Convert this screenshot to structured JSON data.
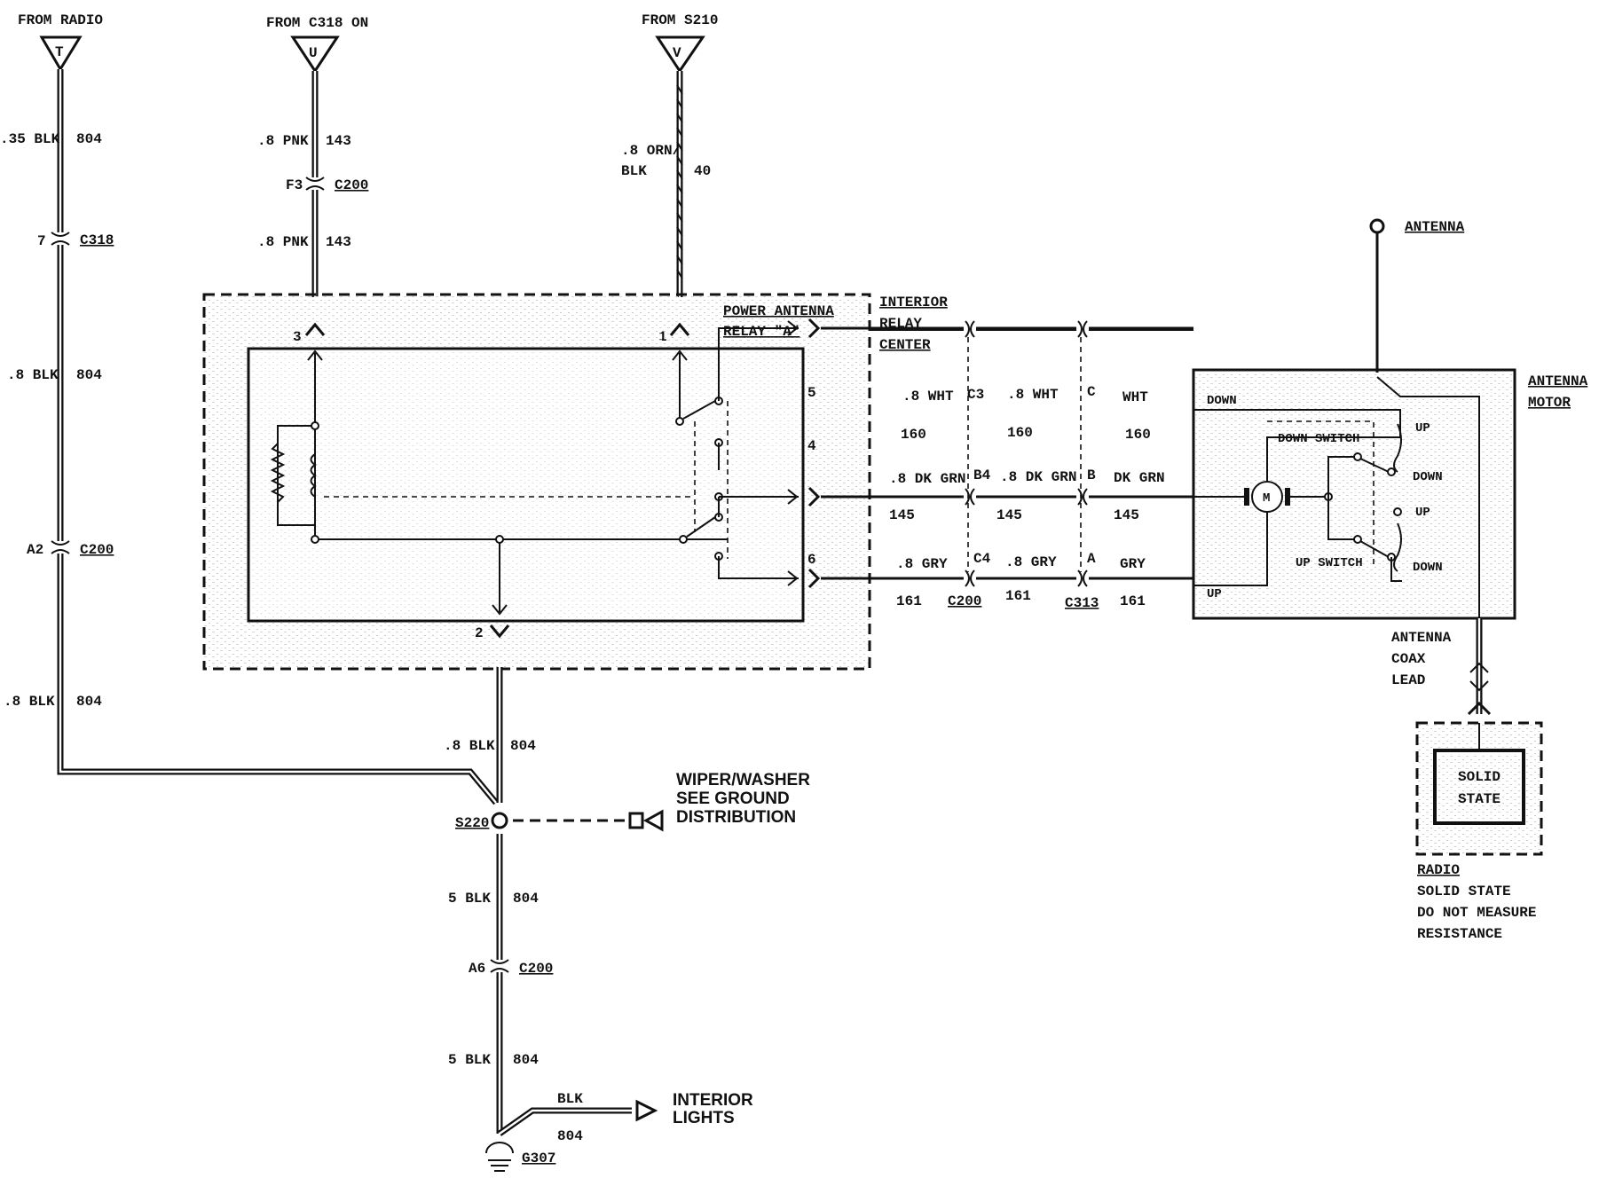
{
  "sources": {
    "radio": "FROM RADIO",
    "c318": "FROM C318 ON",
    "s210": "FROM S210",
    "radio_letter": "T",
    "c318_letter": "U",
    "s210_letter": "V"
  },
  "left_wire": {
    "top_gauge": ".35 BLK",
    "top_circuit": "804",
    "c318_pin": "7",
    "c318_name": "C318",
    "mid_gauge": ".8 BLK",
    "mid_circuit": "804",
    "c200_pin": "A2",
    "c200_name": "C200",
    "low_gauge": ".8 BLK",
    "low_circuit": "804"
  },
  "pnk_wire": {
    "gauge1": ".8 PNK",
    "circuit1": "143",
    "f3_pin": "F3",
    "c200_name": "C200",
    "gauge2": ".8 PNK",
    "circuit2": "143",
    "relay_pin": "3"
  },
  "orn_wire": {
    "gauge_line1": ".8 ORN/",
    "gauge_line2": "BLK",
    "circuit": "40",
    "relay_pin": "1"
  },
  "relay": {
    "title_line1": "POWER ANTENNA",
    "title_line2": "RELAY \"A\"",
    "center_line1": "INTERIOR",
    "center_line2": "RELAY",
    "center_line3": "CENTER",
    "pin_5": "5",
    "pin_4": "4",
    "pin_6": "6",
    "pin_2": "2"
  },
  "wires_right": {
    "w1_gauge": ".8 WHT",
    "w1_pin1": "C3",
    "w1_gauge2": ".8 WHT",
    "w1_pin2": "C",
    "w1_color": "WHT",
    "w1_circuit_a": "160",
    "w1_circuit_b": "160",
    "w1_circuit_c": "160",
    "w2_gauge": ".8 DK GRN",
    "w2_pin1": "B4",
    "w2_gauge2": ".8 DK GRN",
    "w2_pin2": "B",
    "w2_color": "DK GRN",
    "w2_circuit_a": "145",
    "w2_circuit_b": "145",
    "w2_circuit_c": "145",
    "w3_gauge": ".8 GRY",
    "w3_pin1": "C4",
    "w3_gauge2": ".8 GRY",
    "w3_pin2": "A",
    "w3_color": "GRY",
    "w3_circuit_a": "161",
    "w3_circuit_b": "161",
    "w3_circuit_c": "161",
    "conn_c200": "C200",
    "conn_c313": "C313"
  },
  "motor": {
    "antenna": "ANTENNA",
    "title_line1": "ANTENNA",
    "title_line2": "MOTOR",
    "down": "DOWN",
    "up": "UP",
    "down_switch": "DOWN SWITCH",
    "up_switch": "UP SWITCH",
    "sw_up1": "UP",
    "sw_down1": "DOWN",
    "sw_up2": "UP",
    "sw_down2": "DOWN",
    "motor_letter": "M",
    "coax_line1": "ANTENNA",
    "coax_line2": "COAX",
    "coax_line3": "LEAD"
  },
  "radio_box": {
    "inner_line1": "SOLID",
    "inner_line2": "STATE",
    "label1": "RADIO",
    "label2": "SOLID STATE",
    "label3": "DO NOT MEASURE",
    "label4": "RESISTANCE"
  },
  "ground": {
    "gauge1": ".8 BLK",
    "circuit1": "804",
    "splice": "S220",
    "wiper_line1": "WIPER/WASHER",
    "wiper_line2": "SEE GROUND",
    "wiper_line3": "DISTRIBUTION",
    "gauge2": "5 BLK",
    "circuit2": "804",
    "a6_pin": "A6",
    "c200_name": "C200",
    "gauge3": "5 BLK",
    "circuit3": "804",
    "blk": "BLK",
    "b804": "804",
    "interior_line1": "INTERIOR",
    "interior_line2": "LIGHTS",
    "g307": "G307"
  }
}
